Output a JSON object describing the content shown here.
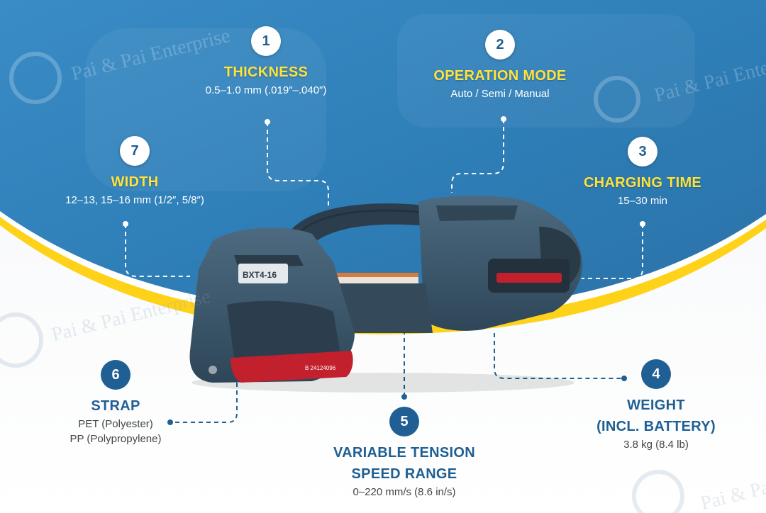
{
  "colors": {
    "blue_bg": "#2f82ba",
    "yellow_accent": "#ffd21a",
    "title_yellow": "#ffe23a",
    "title_blue": "#1f5f93",
    "tool_body": "#3e5a70",
    "tool_red": "#c2202c"
  },
  "watermark": {
    "text": "Pai & Pai Enterprise",
    "icon": "e-circle-logo-icon"
  },
  "product": {
    "model_label": "BXT4-16",
    "serial": "B 24124096"
  },
  "specs": [
    {
      "number": "1",
      "title": "THICKNESS",
      "value": "0.5–1.0 mm (.019″–.040″)"
    },
    {
      "number": "2",
      "title": "OPERATION MODE",
      "value": "Auto / Semi / Manual"
    },
    {
      "number": "3",
      "title": "CHARGING TIME",
      "value": "15–30 min"
    },
    {
      "number": "4",
      "title_lines": [
        "WEIGHT",
        "(INCL. BATTERY)"
      ],
      "value": "3.8 kg (8.4 lb)"
    },
    {
      "number": "5",
      "title_lines": [
        "VARIABLE TENSION",
        "SPEED RANGE"
      ],
      "value": "0–220 mm/s (8.6 in/s)"
    },
    {
      "number": "6",
      "title": "STRAP",
      "value_lines": [
        "PET (Polyester)",
        "PP (Polypropylene)"
      ]
    },
    {
      "number": "7",
      "title": "WIDTH",
      "value": "12–13, 15–16 mm (1/2″, 5/8″)"
    }
  ]
}
